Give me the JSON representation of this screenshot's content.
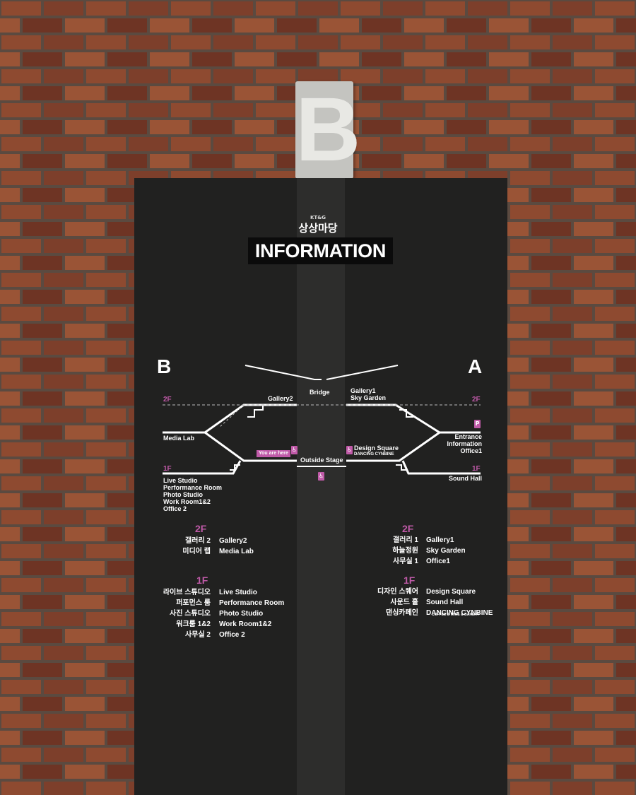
{
  "building_letter": "B",
  "logo": {
    "small": "KT&G",
    "name": "상상마당"
  },
  "title": "INFORMATION",
  "map": {
    "left_letter": "B",
    "right_letter": "A",
    "bridge": "Bridge",
    "gallery2": "Gallery2",
    "gallery1": "Gallery1",
    "sky_garden": "Sky Garden",
    "floor2": "2F",
    "floor1": "1F",
    "media_lab": "Media Lab",
    "entrance": "Entrance",
    "information": "Information",
    "office1": "Office1",
    "you_are_here": "You are here",
    "outside_stage": "Outside Stage",
    "design_square": "Design Square",
    "dancing_cynbine": "DANCING CYNBINE",
    "sound_hall": "Sound Hall",
    "b_1f_list": [
      "Live Studio",
      "Performance Room",
      "Photo Studio",
      "Work Room1&2",
      "Office 2"
    ]
  },
  "directory_b": {
    "floor2": "2F",
    "floor2_rows": [
      {
        "ko": "갤러리 2",
        "en": "Gallery2"
      },
      {
        "ko": "미디어 랩",
        "en": "Media Lab"
      }
    ],
    "floor1": "1F",
    "floor1_rows": [
      {
        "ko": "라이브 스튜디오",
        "en": "Live Studio"
      },
      {
        "ko": "퍼포먼스 룸",
        "en": "Performance Room"
      },
      {
        "ko": "사진 스튜디오",
        "en": "Photo Studio"
      },
      {
        "ko": "워크룸 1&2",
        "en": "Work Room1&2"
      },
      {
        "ko": "사무실 2",
        "en": "Office 2"
      }
    ]
  },
  "directory_a": {
    "floor2": "2F",
    "floor2_rows": [
      {
        "ko": "갤러리 1",
        "en": "Gallery1"
      },
      {
        "ko": "하늘정원",
        "en": "Sky Garden"
      },
      {
        "ko": "사무실 1",
        "en": "Office1"
      }
    ],
    "floor1": "1F",
    "floor1_rows": [
      {
        "ko": "디자인 스퀘어",
        "en": "Design Square"
      },
      {
        "ko": "사운드 홀",
        "en": "Sound Hall"
      },
      {
        "ko": "댄싱카페인",
        "en": "DANCING CYNBINE"
      }
    ],
    "cafe_sub": "COFFEE & WINE & BAKERY"
  },
  "colors": {
    "accent": "#c05aa8",
    "board": "#212120",
    "brick": "#8a4a33"
  }
}
